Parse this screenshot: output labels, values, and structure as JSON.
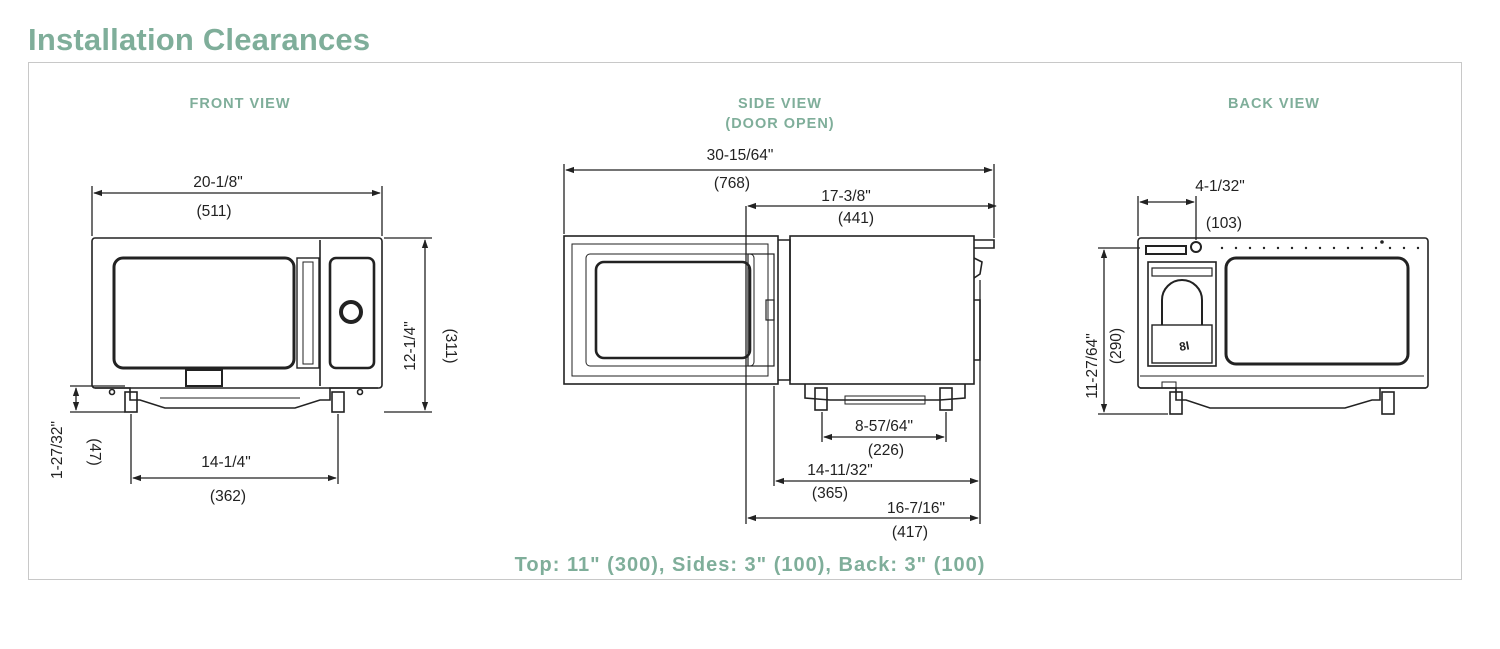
{
  "title": "Installation Clearances",
  "views": {
    "front": {
      "label": "FRONT VIEW",
      "width_in": "20-1/8\"",
      "width_mm": "(511)",
      "height_in": "12-1/4\"",
      "height_mm": "(311)",
      "foot_in": "1-27/32\"",
      "foot_mm": "(47)",
      "feet_in": "14-1/4\"",
      "feet_mm": "(362)"
    },
    "side": {
      "label_line1": "SIDE VIEW",
      "label_line2": "(DOOR OPEN)",
      "open_in": "30-15/64\"",
      "open_mm": "(768)",
      "body_in": "17-3/8\"",
      "body_mm": "(441)",
      "feet_in": "8-57/64\"",
      "feet_mm": "(226)",
      "depth_in": "14-11/32\"",
      "depth_mm": "(365)",
      "total_in": "16-7/16\"",
      "total_mm": "(417)"
    },
    "back": {
      "label": "BACK VIEW",
      "offset_in": "4-1/32\"",
      "offset_mm": "(103)",
      "height_in": "11-27/64\"",
      "height_mm": "(290)",
      "panel_text": "8I"
    }
  },
  "clearance_note": "Top: 11\" (300), Sides: 3\" (100), Back: 3\" (100)",
  "colors": {
    "accent": "#7fae9a",
    "line": "#222222",
    "frame": "#c8c8c8"
  }
}
